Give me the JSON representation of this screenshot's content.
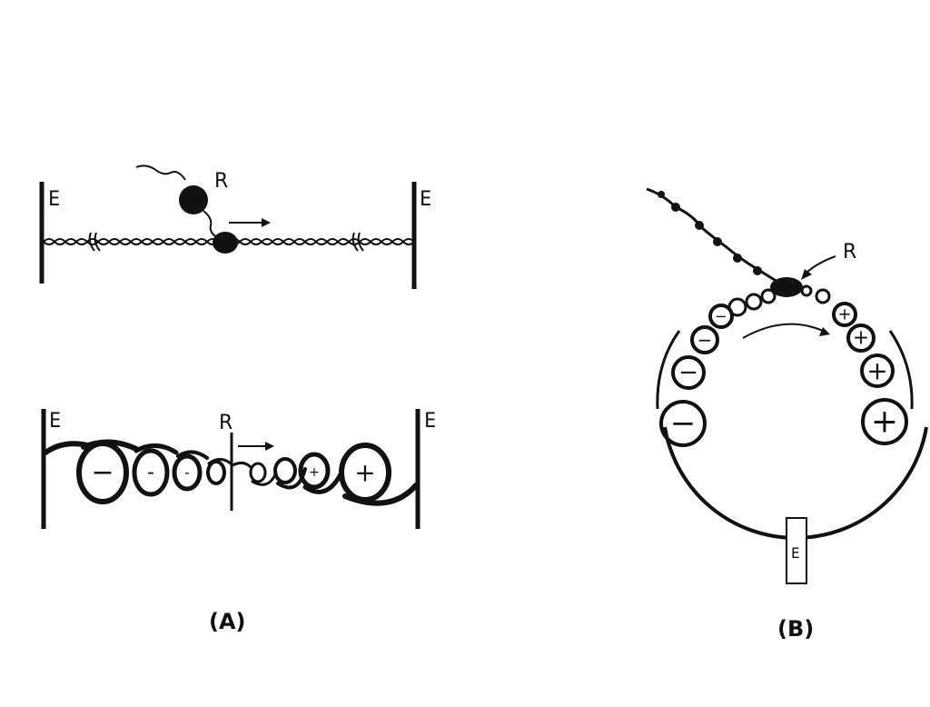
{
  "panel_a": {
    "top": {
      "left_end_label": "E",
      "right_end_label": "E",
      "enzyme_label": "R"
    },
    "bottom": {
      "left_end_label": "E",
      "right_end_label": "E",
      "enzyme_label": "R",
      "signs": [
        "−",
        "-",
        "-",
        "+",
        "+"
      ]
    },
    "caption": "(A)"
  },
  "panel_b": {
    "enzyme_label": "R",
    "anchor_label": "E",
    "signs": [
      "−",
      "−",
      "−",
      "−",
      "+",
      "+",
      "+",
      "+"
    ],
    "caption": "(B)"
  },
  "colors": {
    "ink": "#111111",
    "background": "#ffffff"
  }
}
